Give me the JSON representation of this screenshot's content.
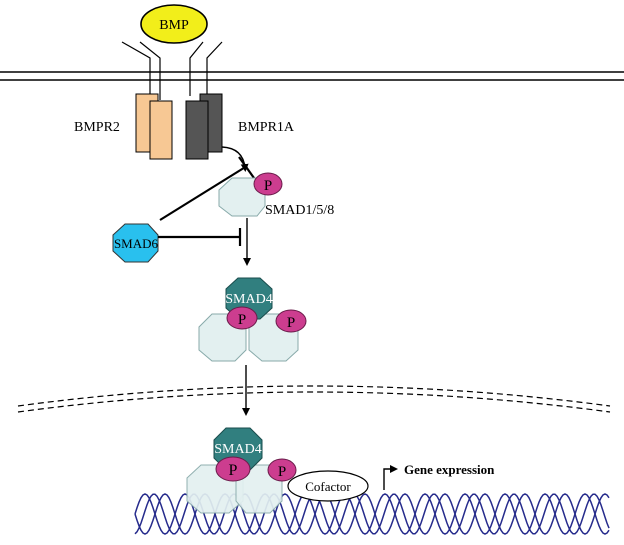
{
  "ligand": {
    "label": "BMP"
  },
  "receptors": {
    "type2": "BMPR2",
    "type1": "BMPR1A"
  },
  "rsmad": {
    "label": "SMAD1/5/8",
    "phospho": "P"
  },
  "inhibitor": {
    "label": "SMAD6"
  },
  "complex": {
    "cosmad": "SMAD4",
    "phospho_a": "P",
    "phospho_b": "P"
  },
  "nuclear_complex": {
    "cosmad": "SMAD4",
    "phospho_a": "P",
    "phospho_b": "P"
  },
  "cofactor": {
    "label": "Cofactor"
  },
  "output": {
    "label": "Gene expression"
  },
  "colors": {
    "bmp_fill": "#f2ee1a",
    "bmpr2_fill": "#f7c894",
    "bmpr1a_fill": "#555555",
    "smad_fill": "#e3f0f0",
    "smad4_fill": "#317f7f",
    "smad6_fill": "#29c0ee",
    "phospho_fill": "#cc3d8f",
    "dna_color": "#262b8c"
  }
}
